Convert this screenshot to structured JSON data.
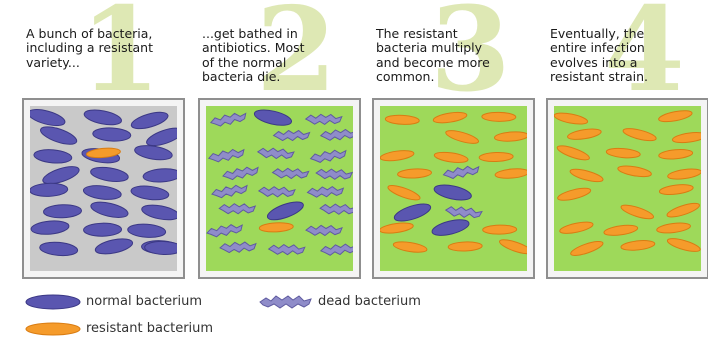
{
  "colors": {
    "normal": "#5a56b0",
    "normal_stroke": "#3b3885",
    "resistant": "#f59b2b",
    "resistant_stroke": "#d97c12",
    "dead": "#8f8cc9",
    "dead_stroke": "#5f5ba0",
    "agar_plain": "#c9c9c9",
    "agar_antibiotic": "#9ed95a",
    "step_number": "#d9e4a8"
  },
  "panels": [
    {
      "number": "1",
      "caption": "A bunch of bacteria,\nincluding a resistant\nvariety...",
      "medium": "plain",
      "counts": {
        "normal": 25,
        "resistant": 1,
        "dead": 0
      }
    },
    {
      "number": "2",
      "caption": "...get bathed in\nantibiotics. Most\nof the normal\nbacteria die.",
      "medium": "antibiotic",
      "counts": {
        "normal": 2,
        "resistant": 1,
        "dead": 20
      }
    },
    {
      "number": "3",
      "caption": "The resistant\nbacteria multiply\nand become more\ncommon.",
      "medium": "antibiotic",
      "counts": {
        "normal": 3,
        "resistant": 16,
        "dead": 2
      }
    },
    {
      "number": "4",
      "caption": "Eventually, the\nentire infection\nevolves into a\nresistant strain.",
      "medium": "antibiotic",
      "counts": {
        "normal": 0,
        "resistant": 21,
        "dead": 0
      }
    }
  ],
  "legend": {
    "normal": {
      "label": "normal bacterium",
      "icon": "normal-bacterium-icon"
    },
    "dead": {
      "label": "dead bacterium",
      "icon": "dead-bacterium-icon"
    },
    "resistant": {
      "label": "resistant bacterium",
      "icon": "resistant-bacterium-icon"
    }
  }
}
